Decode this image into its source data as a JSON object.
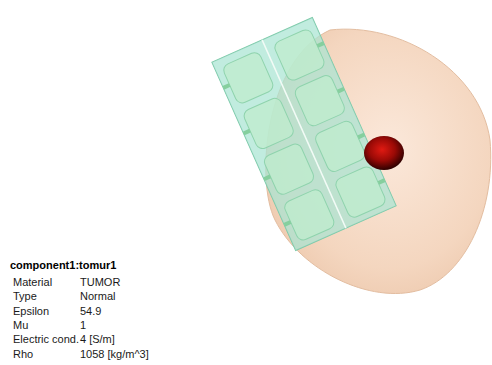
{
  "diagram": {
    "labels": [
      "component1:tomur1",
      "Material",
      "TUMOR",
      "Type",
      "Normal",
      "Epsilon",
      "54.9",
      "Mu",
      "1",
      "Electric cond.",
      "4 [S/m]",
      "Rho",
      "1058 [kg/m^3]"
    ]
  }
}
